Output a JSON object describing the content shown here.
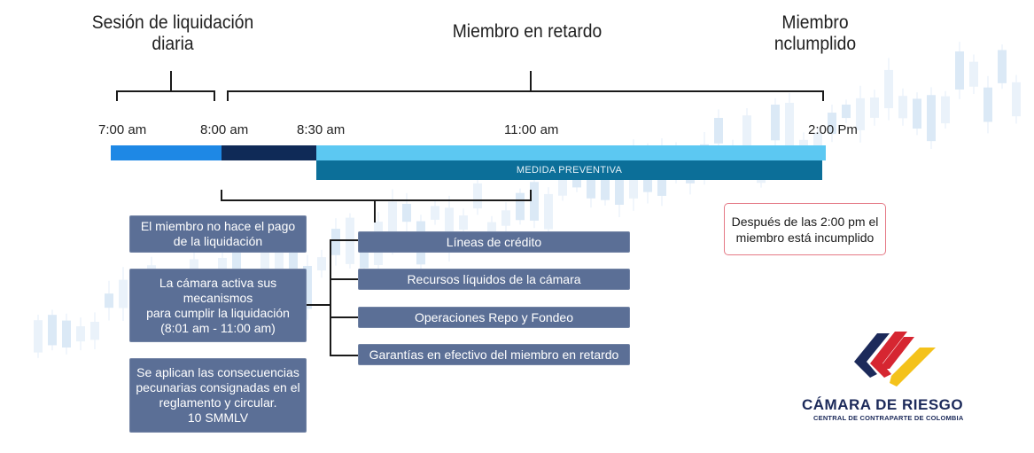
{
  "phases": {
    "sesion": "Sesión de liquidación\ndiaria",
    "retardo": "Miembro en retardo",
    "incumplido": "Miembro\nnclumplido"
  },
  "timeline": {
    "times": [
      "7:00 am",
      "8:00 am",
      "8:30 am",
      "11:00 am",
      "2:00 Pm"
    ],
    "preventiva": "MEDIDA PREVENTIVA",
    "colors": {
      "early": "#1e88e5",
      "dark": "#0f2a57",
      "light": "#5cc8f2",
      "preventiva": "#0c6f99"
    }
  },
  "left_boxes": [
    "El miembro no hace el pago\nde la liquidación",
    "La cámara activa sus\nmecanismos\npara cumplir la liquidación\n(8:01 am - 11:00 am)",
    "Se aplican las consecuencias\npecunarias consignadas en el\nreglamento y circular.\n10 SMMLV"
  ],
  "mechanisms": [
    "Líneas de crédito",
    "Recursos líquidos de la cámara",
    "Operaciones Repo y Fondeo",
    "Garantías en efectivo del miembro en retardo"
  ],
  "note": "Después de las 2:00 pm el\nmiembro está incumplido",
  "brand": {
    "name": "CÁMARA DE RIESGO",
    "tagline": "CENTRAL DE CONTRAPARTE DE COLOMBIA",
    "colors": {
      "navy": "#1c2a5a",
      "red": "#d62631",
      "yellow": "#f4c21b"
    }
  },
  "box_color": "#5b6f96"
}
